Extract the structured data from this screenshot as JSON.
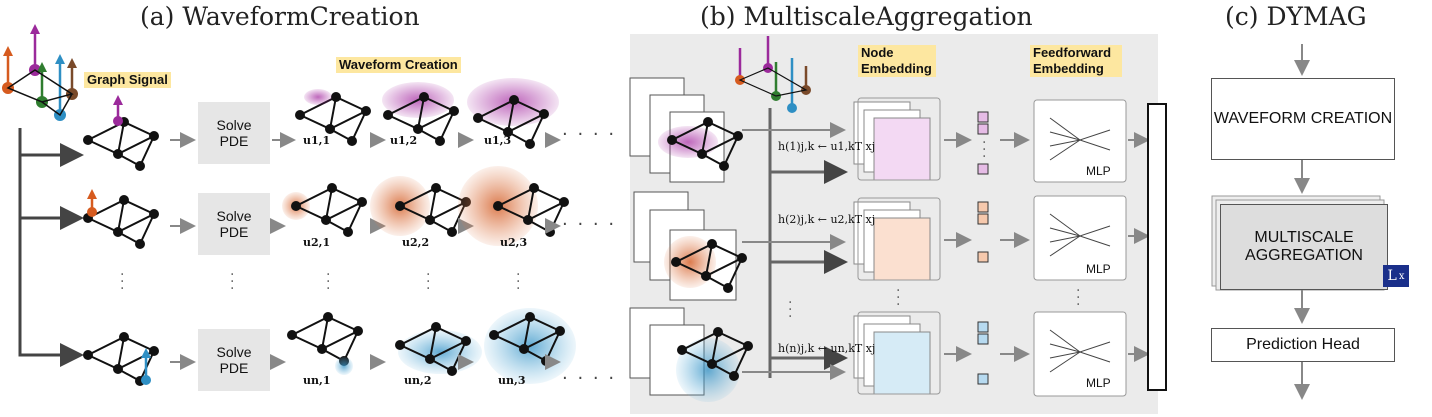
{
  "panels": {
    "a": {
      "title": "(a) WaveformCreation",
      "graph_signal": "Graph Signal",
      "waveform_creation": "Waveform Creation"
    },
    "b": {
      "title": "(b) MultiscaleAggregation",
      "node_embedding": "Node Embedding",
      "feedforward_embedding": "Feedforward Embedding",
      "mlp": "MLP"
    },
    "c": {
      "title": "(c) DYMAG",
      "waveform_creation": "WAVEFORM CREATION",
      "multiscale_aggregation": "MULTISCALE AGGREGATION",
      "layer_badge": "L",
      "layer_mult": "x",
      "prediction_head": "Prediction Head"
    }
  },
  "solve_pde": {
    "line1": "Solve",
    "line2": "PDE"
  },
  "waveform_labels": [
    [
      "u1,1",
      "u1,2",
      "u1,3"
    ],
    [
      "u2,1",
      "u2,2",
      "u2,3"
    ],
    [
      "un,1",
      "un,2",
      "un,3"
    ]
  ],
  "aggregation_formulas": [
    "h(1)j,k ← u1,kT xj",
    "h(2)j,k ← u2,kT xj",
    "h(n)j,k ← un,kT xj"
  ],
  "ellipsis": "· · · ·",
  "colors": {
    "purple": "#9b2a9b",
    "orange": "#d65b1f",
    "blue": "#2e8fc4",
    "green": "#2f7d2f",
    "brown": "#7a4a2a",
    "highlight": "#fde7a0",
    "panel_bg": "#ebebeb"
  }
}
